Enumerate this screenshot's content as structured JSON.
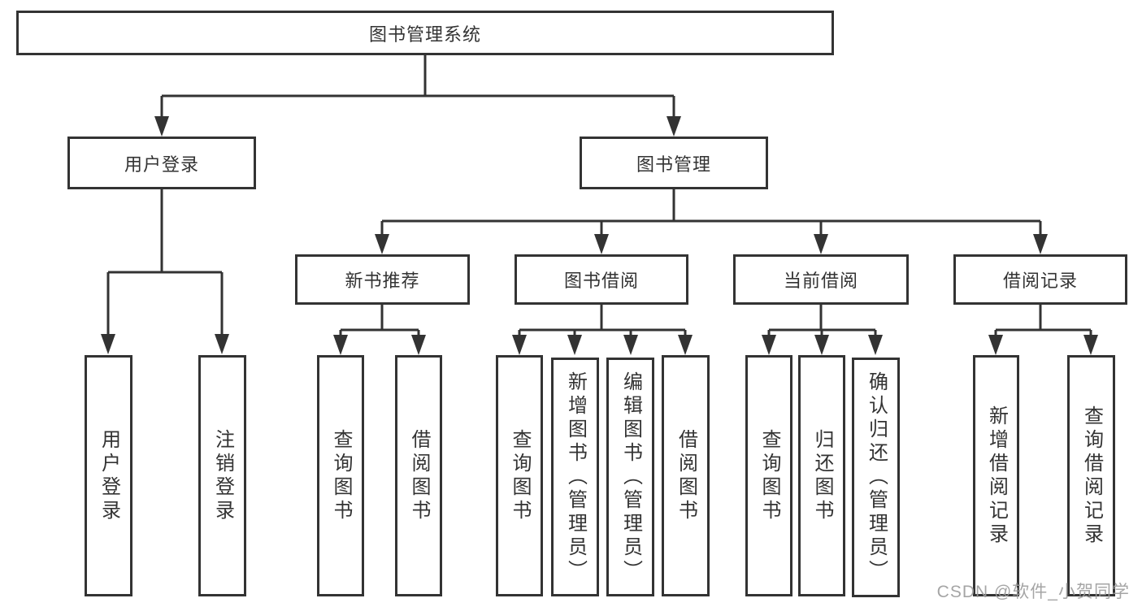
{
  "root": {
    "label": "图书管理系统"
  },
  "groups": {
    "login": {
      "label": "用户登录",
      "children": [
        {
          "label": "用户登录"
        },
        {
          "label": "注销登录"
        }
      ]
    },
    "manage": {
      "label": "图书管理"
    },
    "newbook": {
      "label": "新书推荐",
      "children": [
        {
          "label": "查询图书"
        },
        {
          "label": "借阅图书"
        }
      ]
    },
    "borrow": {
      "label": "图书借阅",
      "children": [
        {
          "label": "查询图书"
        },
        {
          "label": "新增图书（管理员）"
        },
        {
          "label": "编辑图书（管理员）"
        },
        {
          "label": "借阅图书"
        }
      ]
    },
    "current": {
      "label": "当前借阅",
      "children": [
        {
          "label": "查询图书"
        },
        {
          "label": "归还图书"
        },
        {
          "label": "确认归还（管理员）"
        }
      ]
    },
    "records": {
      "label": "借阅记录",
      "children": [
        {
          "label": "新增借阅记录"
        },
        {
          "label": "查询借阅记录"
        }
      ]
    }
  },
  "watermark": {
    "text": "CSDN @软件_小贺同学",
    "color": "#9c9c9c"
  },
  "colors": {
    "line": "#333333",
    "text": "#333333",
    "background": "#ffffff"
  }
}
